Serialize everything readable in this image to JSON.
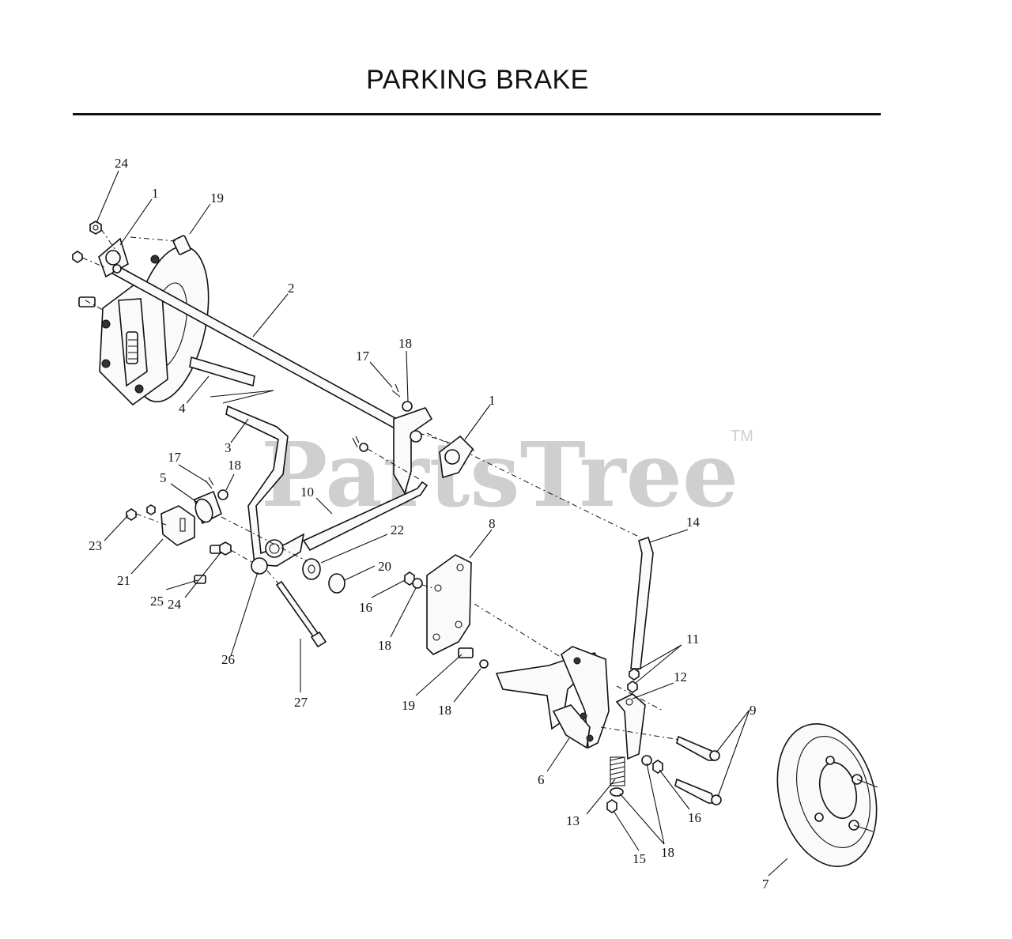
{
  "title": "PARKING BRAKE",
  "watermark": {
    "text": "PartsTree",
    "tm": "TM"
  },
  "callouts": [
    {
      "label": "24"
    },
    {
      "label": "1"
    },
    {
      "label": "19"
    },
    {
      "label": "2"
    },
    {
      "label": "18"
    },
    {
      "label": "17"
    },
    {
      "label": "1"
    },
    {
      "label": "4"
    },
    {
      "label": "3"
    },
    {
      "label": "17"
    },
    {
      "label": "18"
    },
    {
      "label": "5"
    },
    {
      "label": "10"
    },
    {
      "label": "22"
    },
    {
      "label": "20"
    },
    {
      "label": "23"
    },
    {
      "label": "21"
    },
    {
      "label": "25"
    },
    {
      "label": "24"
    },
    {
      "label": "26"
    },
    {
      "label": "27"
    },
    {
      "label": "8"
    },
    {
      "label": "16"
    },
    {
      "label": "18"
    },
    {
      "label": "14"
    },
    {
      "label": "11"
    },
    {
      "label": "12"
    },
    {
      "label": "9"
    },
    {
      "label": "19"
    },
    {
      "label": "18"
    },
    {
      "label": "6"
    },
    {
      "label": "13"
    },
    {
      "label": "16"
    },
    {
      "label": "15"
    },
    {
      "label": "18"
    },
    {
      "label": "7"
    }
  ]
}
